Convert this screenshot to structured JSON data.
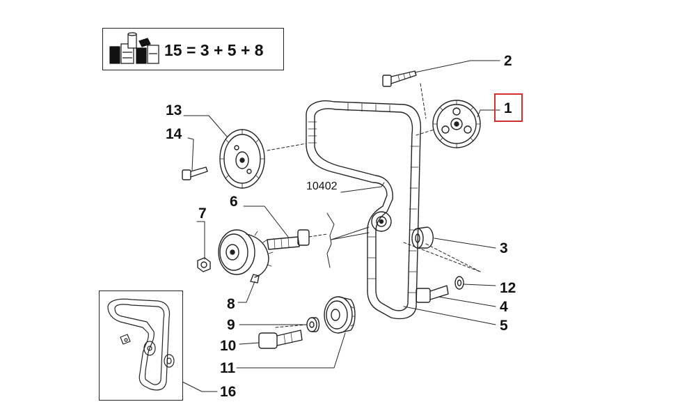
{
  "kit": {
    "formula": "15 = 3 + 5 + 8",
    "icon": "parts-kit-icon"
  },
  "highlight_color": "#d32f2f",
  "callouts": {
    "p1": "1",
    "p2": "2",
    "p3": "3",
    "p4": "4",
    "p5": "5",
    "p6": "6",
    "p7": "7",
    "p8": "8",
    "p9": "9",
    "p10": "10",
    "p11": "11",
    "p12": "12",
    "p13": "13",
    "p14": "14",
    "p16": "16",
    "belt_code": "10402"
  }
}
